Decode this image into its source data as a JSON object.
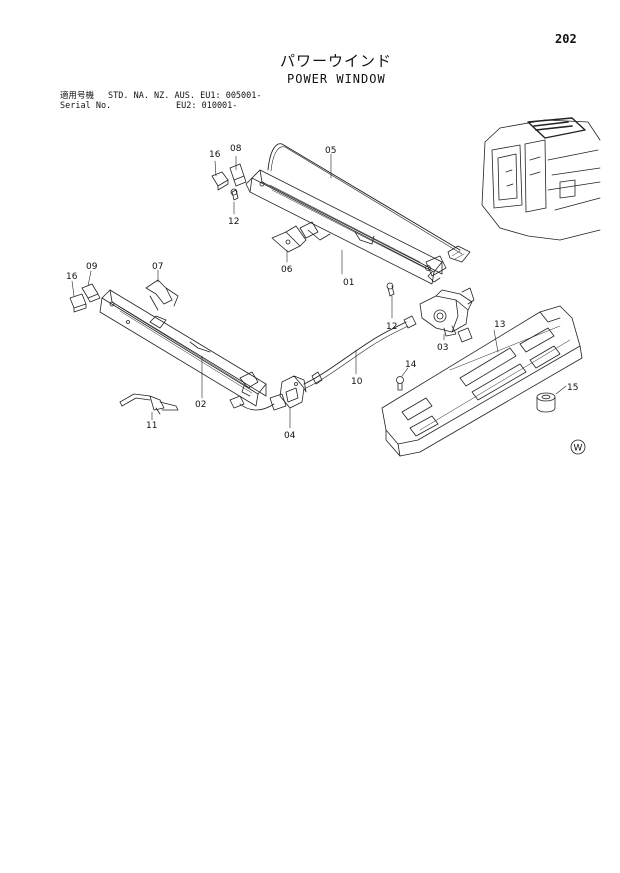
{
  "page_number": "202",
  "title_japanese": "パワーウインド",
  "title_english": "POWER WINDOW",
  "applicable_label": "適用号機",
  "serial_label": "Serial No.",
  "applicable_value": "STD. NA. NZ. AUS. EU1: 005001-",
  "serial_value": "EU2: 010001-",
  "callouts": [
    "01",
    "02",
    "03",
    "04",
    "05",
    "06",
    "07",
    "08",
    "09",
    "10",
    "11",
    "12",
    "12",
    "13",
    "14",
    "15",
    "16",
    "16"
  ],
  "symbol": "W"
}
